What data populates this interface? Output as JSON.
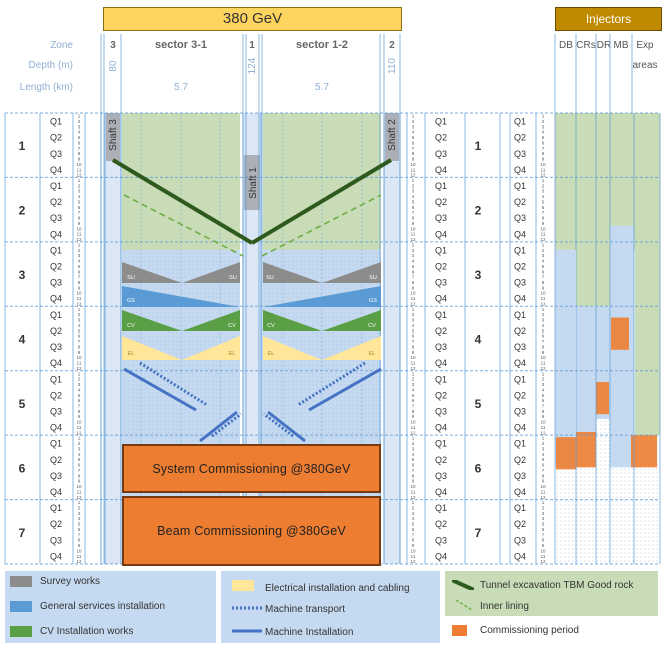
{
  "header": {
    "main_title": "380 GeV",
    "injectors_title": "Injectors"
  },
  "row_labels": {
    "zone": "Zone",
    "depth": "Depth (m)",
    "length": "Length (km)"
  },
  "zones": {
    "z3": "3",
    "sector31": "sector 3-1",
    "z1": "1",
    "sector12": "sector 1-2",
    "z2": "2"
  },
  "depths": {
    "z3": "80",
    "z1": "124",
    "z2": "110"
  },
  "lengths": {
    "sector31": "5.7",
    "sector12": "5.7"
  },
  "injector_columns": {
    "db": "DB",
    "crs": "CRs",
    "dr": "DR",
    "mb": "MB",
    "exp": "Exp",
    "exp2": "areas"
  },
  "years": [
    "1",
    "2",
    "3",
    "4",
    "5",
    "6",
    "7"
  ],
  "quarters": [
    "Q1",
    "Q2",
    "Q3",
    "Q4"
  ],
  "months": [
    "1",
    "2",
    "3",
    "4",
    "5",
    "6",
    "7",
    "8",
    "9",
    "10",
    "11",
    "12"
  ],
  "shafts": {
    "shaft3": "Shaft 3",
    "shaft1": "Shaft 1",
    "shaft2": "Shaft 2"
  },
  "activity_tags": {
    "su": "SU",
    "gs": "GS",
    "cv": "CV",
    "el": "EL"
  },
  "boxes": {
    "system": "System Commissioning @380GeV",
    "beam": "Beam Commissioning @380GeV"
  },
  "legend": {
    "survey": "Survey works",
    "general": "General services installation",
    "cv": "CV Installation works",
    "electrical": "Electrical installation and cabling",
    "transport": "Machine transport",
    "installation": "Machine Installation",
    "tbm": "Tunnel excavation TBM Good rock",
    "lining": "Inner lining",
    "commissioning": "Commissioning period"
  },
  "colors": {
    "title_yellow": "#fdd45d",
    "injectors_gold": "#c08a00",
    "green_fill": "#c9dcb8",
    "blue_fill": "#c5daf0",
    "survey_gray": "#8c8c8c",
    "general_blue": "#5b9bd5",
    "cv_green": "#5a9e45",
    "electrical_yellow": "#ffe699",
    "tbm_dark_green": "#2f5a1e",
    "lining_green": "#70ad47",
    "install_blue": "#4472c4",
    "commission_orange": "#ed7d31",
    "grid_blue": "#5b9bd5"
  }
}
